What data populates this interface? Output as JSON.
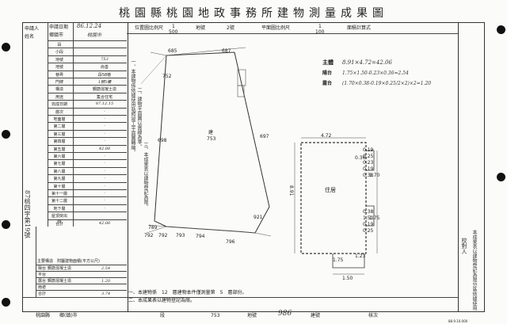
{
  "title": "桃園縣桃園地政事務所建物測量成果圖",
  "header": {
    "location_scale_label": "位置圖比例尺",
    "location_scale_num": "1",
    "location_scale_den": "500",
    "land_no_label": "地號",
    "lot_no": "2號",
    "plan_scale_label": "平面圖比例尺",
    "plan_scale_num": "1",
    "plan_scale_den": "100",
    "area_formula_label": "面積計算式"
  },
  "left": {
    "applicant_label": "申請人",
    "surname_label": "姓名",
    "date_label": "申請日期",
    "date_value": "86.12.24",
    "district_label": "鄉鎮市",
    "district_value": "桃園市",
    "rows": [
      {
        "label": "段",
        "value": ""
      },
      {
        "label": "小段",
        "value": ""
      },
      {
        "label": "地號",
        "value": "753"
      },
      {
        "label": "地號",
        "value": "尚善"
      },
      {
        "label": "巷弄",
        "value": "段58巷"
      },
      {
        "label": "門牌",
        "value": "1號5樓"
      },
      {
        "label": "構造",
        "value": "鋼筋混凝土造"
      },
      {
        "label": "用途",
        "value": "集合住宅"
      },
      {
        "label": "完成日期",
        "value": "87.12.15"
      },
      {
        "label": "層次",
        "value": "·"
      },
      {
        "label": "地面層",
        "value": "·"
      },
      {
        "label": "第二層",
        "value": "·"
      },
      {
        "label": "第三層",
        "value": "·"
      },
      {
        "label": "第四層",
        "value": "·"
      },
      {
        "label": "第五層",
        "value": "42.06"
      },
      {
        "label": "第六層",
        "value": "·"
      },
      {
        "label": "第七層",
        "value": "·"
      },
      {
        "label": "第八層",
        "value": "·"
      },
      {
        "label": "第九層",
        "value": "·"
      },
      {
        "label": "第十層",
        "value": "·"
      },
      {
        "label": "第十一層",
        "value": "·"
      },
      {
        "label": "第十二層",
        "value": "·"
      },
      {
        "label": "地下層",
        "value": "·"
      },
      {
        "label": "屋頂突出物",
        "value": ""
      },
      {
        "label": "合計",
        "value": "42.06"
      }
    ],
    "sidebar_vertical": "87桃四字第19號",
    "accessory_header": "主要構造　附屬建物面積(平方公尺)",
    "accessory_rows": [
      {
        "label": "陽台",
        "structure": "鋼筋混凝土造",
        "value": "2.54"
      },
      {
        "label": "平台",
        "structure": "",
        "value": ""
      },
      {
        "label": "露台",
        "structure": "鋼筋混凝土造",
        "value": "1.20"
      },
      {
        "label": "雨遮",
        "structure": "",
        "value": ""
      },
      {
        "label": "合計",
        "structure": "",
        "value": "3.74"
      }
    ]
  },
  "notes_vertical": [
    "一、本建物係依據使用執照竣工平面圖轉繪。",
    "二、建物平面圖以實線為準。",
    "三、本成果表以建物登記為限。"
  ],
  "site_plan": {
    "labels": {
      "n685": "685",
      "n687": "687",
      "n752": "752",
      "n698": "698",
      "n697": "697",
      "n753": "753",
      "n921": "921",
      "n789": "789",
      "n792a": "792",
      "n793": "793",
      "n794": "794",
      "n796": "796",
      "n792b": "792"
    },
    "parcel_label": "建",
    "parcel_no": "753"
  },
  "formula": {
    "main_label": "主體",
    "main_expr": "8.91×4.72=42.06",
    "balcony_label": "陽台",
    "balcony_expr": "1.75×1.50-0.23×0.36=2.54",
    "terrace_label": "露台",
    "terrace_expr": "(1.70×0.38-0.19×0.25/2×2)×2=1.20"
  },
  "floor_plan": {
    "width": "4.72",
    "height": "8.91",
    "room_label": "住居",
    "dims": [
      "0.19",
      "0.25",
      "0.36",
      "0.23",
      "0.19",
      "0.38",
      "1.70",
      "0.38",
      "1.50",
      "1.75",
      "1.23",
      "1.50",
      "1.75",
      "0.19",
      "0.25"
    ]
  },
  "footer": {
    "note1": "一、本建物係　12　層建物本件僅測量第　5　層部份。",
    "note2": "二、本成果表以建物登記為限。",
    "city_label": "桃園縣　　鄉(鎮)市",
    "section_label": "段",
    "section_value": "753",
    "landno_label": "地號",
    "landno_value": "986",
    "building_no_label": "建號",
    "checker_label": "核次",
    "right_vertical": "本成果表以建物登記為限分區依據使用"
  },
  "right_stamp": "校對人",
  "print_date": "88.9.10.000"
}
